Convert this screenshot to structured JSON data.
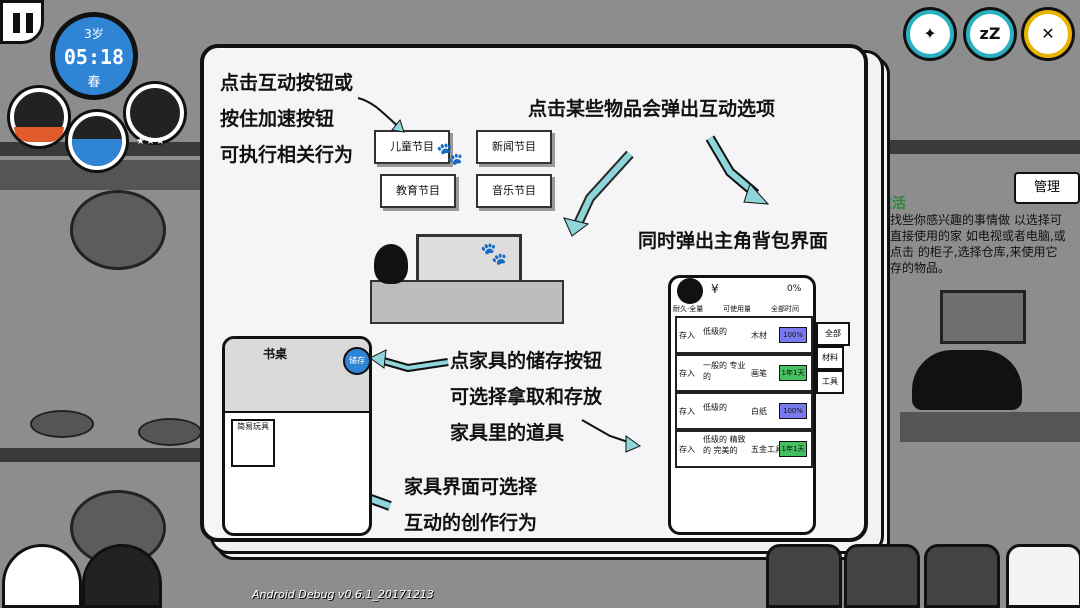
{
  "hud": {
    "age": "3岁",
    "time": "05:18",
    "season": "春",
    "stars": "★★★"
  },
  "top_buttons": {
    "icons": [
      "sparkle-icon",
      "sleep-icon",
      "close-icon"
    ],
    "labels": [
      "✦",
      "zZ",
      "✕"
    ]
  },
  "tutorial": {
    "left_instructions": [
      "点击互动按钮或",
      "按住加速按钮",
      "可执行相关行为"
    ],
    "top_right_instruction": "点击某些物品会弹出互动选项",
    "backpack_instruction": "同时弹出主角背包界面",
    "storage_instructions": [
      "点家具的储存按钮",
      "可选择拿取和存放",
      "家具里的道具"
    ],
    "creation_instructions": [
      "家具界面可选择",
      "互动的创作行为"
    ],
    "program_tags": [
      "儿童节目",
      "新闻节目",
      "教育节目",
      "音乐节目"
    ],
    "furniture": {
      "title": "书桌",
      "store_label": "储存",
      "tool_label": "简易玩具"
    },
    "inventory": {
      "money": "¥",
      "percent": "0%",
      "stats": [
        "耐久·全量",
        "可使用量",
        "全部时间"
      ],
      "side_tabs": [
        "全部",
        "材料",
        "工具"
      ],
      "rows": [
        {
          "action": "存入",
          "desc": "低级的",
          "name": "木材",
          "badge": "100%"
        },
        {
          "action": "存入",
          "desc": "一般的 专业的",
          "name": "画笔",
          "badge": "1年1天"
        },
        {
          "action": "存入",
          "desc": "低级的",
          "name": "白纸",
          "badge": "100%"
        },
        {
          "action": "存入",
          "desc": "低级的 精致的 完美的",
          "name": "五金工具",
          "badge": "1年1天"
        }
      ]
    }
  },
  "side_note": {
    "heading": "生活",
    "text": "理找些你感兴趣的事情做 以选择可以直接使用的家 如电视或者电脑,或者点击 的柜子,选择仓库,来使用它 储存的物品。"
  },
  "manage_label": "管理",
  "debug_text": "Android Debug v0.6.1_20171213",
  "colors": {
    "accent": "#2ab0c0",
    "clock_blue": "#2f84d6",
    "panel_bg": "#f5f4f6"
  }
}
